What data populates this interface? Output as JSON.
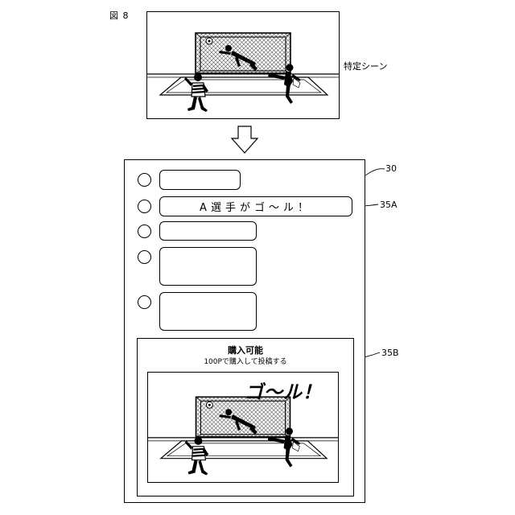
{
  "figure": {
    "label": "図 8"
  },
  "scene": {
    "caption": "特定シーン"
  },
  "screen": {
    "ref": "30",
    "highlight_ref": "35A",
    "highlight_text": "A選手がゴ～ル！",
    "purchase": {
      "ref": "35B",
      "title": "購入可能",
      "subtitle": "100Pで購入して投稿する",
      "overlay_text": "ゴ～ル！"
    }
  }
}
